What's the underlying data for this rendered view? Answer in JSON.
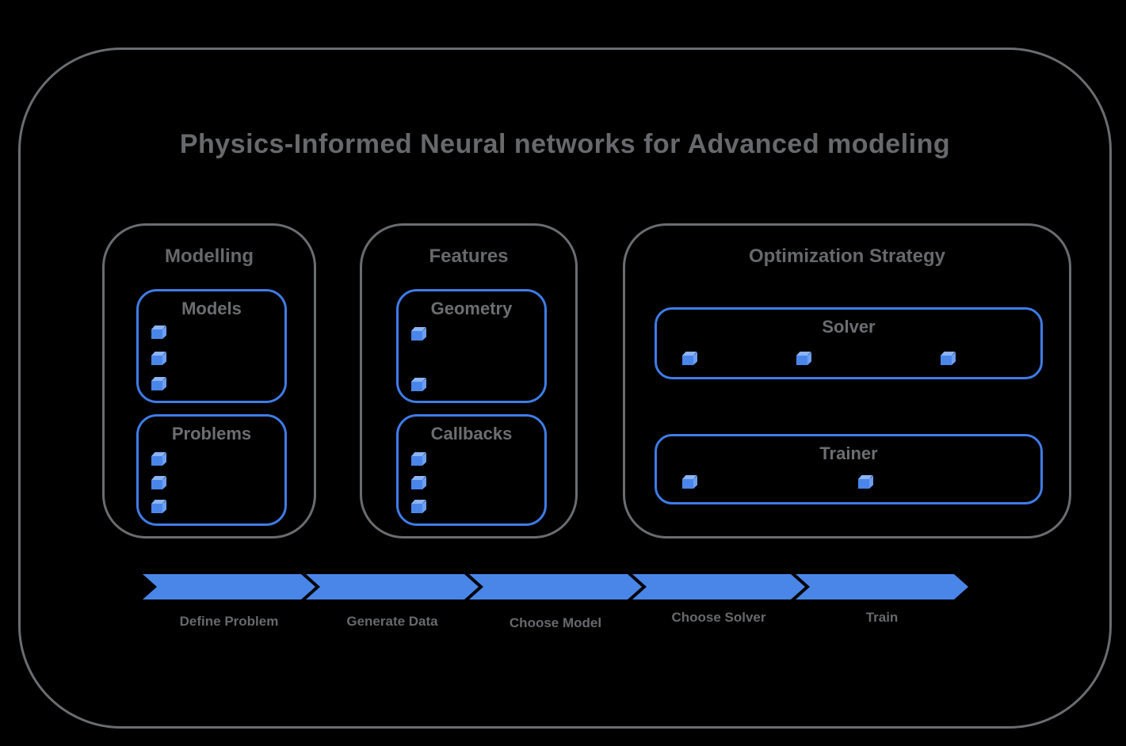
{
  "title": "Physics-Informed Neural networks for Advanced modeling",
  "colors": {
    "background": "#000000",
    "frame_gray": "#6a6d70",
    "text_gray": "#67696c",
    "card_border_blue": "#3f7ce8",
    "arrow_blue": "#4a86e8",
    "cube_front": "#4a86ea",
    "cube_top": "#8cb4f3",
    "cube_side": "#6d9ff0"
  },
  "icons": {
    "bullet": "cube-icon"
  },
  "sections": [
    {
      "title": "Modelling",
      "boxes": [
        {
          "label": "Models",
          "item_count": 3
        },
        {
          "label": "Problems",
          "item_count": 3
        }
      ]
    },
    {
      "title": "Features",
      "boxes": [
        {
          "label": "Geometry",
          "item_count": 2
        },
        {
          "label": "Callbacks",
          "item_count": 3
        }
      ]
    },
    {
      "title": "Optimization Strategy",
      "boxes": [
        {
          "label": "Solver",
          "item_count": 3
        },
        {
          "label": "Trainer",
          "item_count": 2
        }
      ]
    }
  ],
  "process_flow": {
    "steps": [
      "Define Problem",
      "Generate Data",
      "Choose Model",
      "Choose Solver",
      "Train"
    ]
  }
}
